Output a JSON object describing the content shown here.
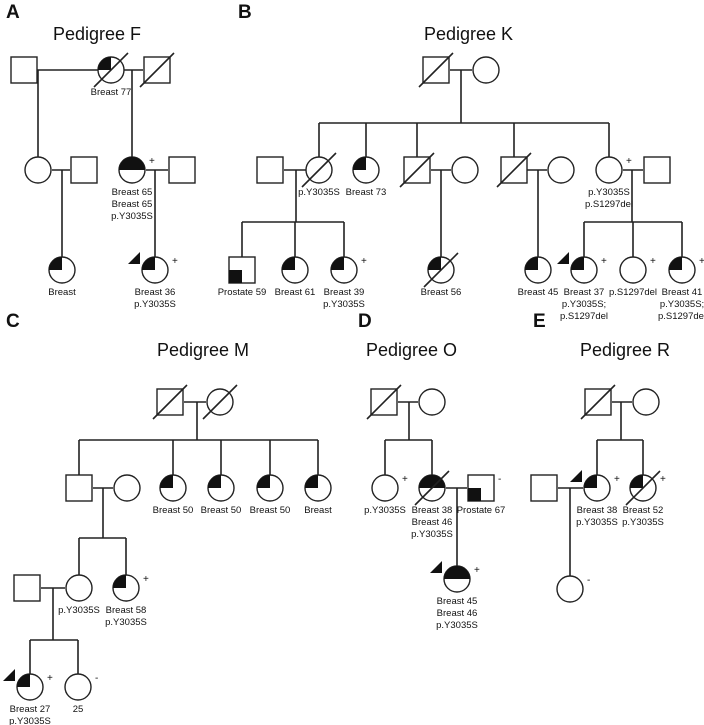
{
  "panels": [
    {
      "letter": "A",
      "title": "Pedigree F"
    },
    {
      "letter": "B",
      "title": "Pedigree K"
    },
    {
      "letter": "C",
      "title": "Pedigree M"
    },
    {
      "letter": "D",
      "title": "Pedigree O"
    },
    {
      "letter": "E",
      "title": "Pedigree R"
    }
  ],
  "individuals": [
    {
      "id": "F-I1",
      "sex": "male",
      "affected": "none",
      "deceased": false
    },
    {
      "id": "F-I2",
      "sex": "female",
      "affected": "quarter",
      "deceased": true,
      "labels": [
        "Breast 77"
      ]
    },
    {
      "id": "F-I3",
      "sex": "male",
      "affected": "none",
      "deceased": true
    },
    {
      "id": "F-II1",
      "sex": "female",
      "affected": "none",
      "deceased": false
    },
    {
      "id": "F-II2",
      "sex": "male",
      "affected": "none",
      "deceased": false
    },
    {
      "id": "F-II3",
      "sex": "female",
      "affected": "half",
      "deceased": false,
      "marker": "+",
      "labels": [
        "Breast 65",
        "Breast 65",
        "p.Y3035S"
      ]
    },
    {
      "id": "F-II4",
      "sex": "male",
      "affected": "none",
      "deceased": false
    },
    {
      "id": "F-III1",
      "sex": "female",
      "affected": "quarter",
      "deceased": false,
      "labels": [
        "Breast"
      ]
    },
    {
      "id": "F-III2",
      "sex": "female",
      "affected": "quarter",
      "deceased": false,
      "proband": true,
      "marker": "+",
      "labels": [
        "Breast 36",
        "p.Y3035S"
      ]
    },
    {
      "id": "K-I1",
      "sex": "male",
      "affected": "none",
      "deceased": true
    },
    {
      "id": "K-I2",
      "sex": "female",
      "affected": "none",
      "deceased": false
    },
    {
      "id": "K-II1",
      "sex": "male",
      "affected": "none",
      "deceased": false
    },
    {
      "id": "K-II2",
      "sex": "female",
      "affected": "none",
      "deceased": true,
      "labels": [
        "p.Y3035S"
      ]
    },
    {
      "id": "K-II3",
      "sex": "female",
      "affected": "quarter",
      "deceased": false,
      "labels": [
        "Breast 73"
      ]
    },
    {
      "id": "K-II4",
      "sex": "male",
      "affected": "none",
      "deceased": true
    },
    {
      "id": "K-II5",
      "sex": "female",
      "affected": "none",
      "deceased": false
    },
    {
      "id": "K-II6",
      "sex": "male",
      "affected": "none",
      "deceased": true
    },
    {
      "id": "K-II7",
      "sex": "female",
      "affected": "none",
      "deceased": false
    },
    {
      "id": "K-II8",
      "sex": "female",
      "affected": "none",
      "deceased": false,
      "marker": "+",
      "labels": [
        "p.Y3035S",
        "p.S1297del"
      ]
    },
    {
      "id": "K-II9",
      "sex": "male",
      "affected": "none",
      "deceased": false
    },
    {
      "id": "K-III1",
      "sex": "male",
      "affected": "quarter-bottom",
      "deceased": false,
      "labels": [
        "Prostate 59"
      ]
    },
    {
      "id": "K-III2",
      "sex": "female",
      "affected": "quarter",
      "deceased": false,
      "labels": [
        "Breast 61"
      ]
    },
    {
      "id": "K-III3",
      "sex": "female",
      "affected": "quarter",
      "deceased": false,
      "marker": "+",
      "labels": [
        "Breast 39",
        "p.Y3035S"
      ]
    },
    {
      "id": "K-III4",
      "sex": "female",
      "affected": "quarter",
      "deceased": true,
      "labels": [
        "Breast 56"
      ]
    },
    {
      "id": "K-III5",
      "sex": "female",
      "affected": "quarter",
      "deceased": false,
      "labels": [
        "Breast 45"
      ]
    },
    {
      "id": "K-III6",
      "sex": "female",
      "affected": "quarter",
      "deceased": false,
      "proband": true,
      "marker": "+",
      "labels": [
        "Breast 37",
        "p.Y3035S;",
        "p.S1297del"
      ]
    },
    {
      "id": "K-III7",
      "sex": "female",
      "affected": "none",
      "deceased": false,
      "marker": "+",
      "labels": [
        "p.S1297del"
      ]
    },
    {
      "id": "K-III8",
      "sex": "female",
      "affected": "quarter",
      "deceased": false,
      "marker": "+",
      "labels": [
        "Breast 41",
        "p.Y3035S;",
        "p.S1297del"
      ]
    },
    {
      "id": "M-I1",
      "sex": "male",
      "affected": "none",
      "deceased": true
    },
    {
      "id": "M-I2",
      "sex": "female",
      "affected": "none",
      "deceased": true
    },
    {
      "id": "M-II1",
      "sex": "male",
      "affected": "none",
      "deceased": false
    },
    {
      "id": "M-II2",
      "sex": "female",
      "affected": "none",
      "deceased": false
    },
    {
      "id": "M-II3",
      "sex": "female",
      "affected": "quarter",
      "deceased": false,
      "labels": [
        "Breast 50"
      ]
    },
    {
      "id": "M-II4",
      "sex": "female",
      "affected": "quarter",
      "deceased": false,
      "labels": [
        "Breast 50"
      ]
    },
    {
      "id": "M-II5",
      "sex": "female",
      "affected": "quarter",
      "deceased": false,
      "labels": [
        "Breast 50"
      ]
    },
    {
      "id": "M-II6",
      "sex": "female",
      "affected": "quarter",
      "deceased": false,
      "labels": [
        "Breast"
      ]
    },
    {
      "id": "M-III1",
      "sex": "male",
      "affected": "none",
      "deceased": false
    },
    {
      "id": "M-III2",
      "sex": "female",
      "affected": "none",
      "deceased": false,
      "labels": [
        "p.Y3035S"
      ]
    },
    {
      "id": "M-III3",
      "sex": "female",
      "affected": "quarter",
      "deceased": false,
      "marker": "+",
      "labels": [
        "Breast 58",
        "p.Y3035S"
      ]
    },
    {
      "id": "M-IV1",
      "sex": "female",
      "affected": "quarter",
      "deceased": false,
      "proband": true,
      "marker": "+",
      "labels": [
        "Breast 27",
        "p.Y3035S"
      ]
    },
    {
      "id": "M-IV2",
      "sex": "female",
      "affected": "none",
      "deceased": false,
      "marker": "-",
      "labels": [
        "25"
      ]
    },
    {
      "id": "O-I1",
      "sex": "male",
      "affected": "none",
      "deceased": true
    },
    {
      "id": "O-I2",
      "sex": "female",
      "affected": "none",
      "deceased": false
    },
    {
      "id": "O-II1",
      "sex": "female",
      "affected": "none",
      "deceased": false,
      "marker": "+",
      "labels": [
        "p.Y3035S"
      ]
    },
    {
      "id": "O-II2",
      "sex": "female",
      "affected": "half",
      "deceased": true,
      "labels": [
        "Breast 38",
        "Breast 46",
        "p.Y3035S"
      ]
    },
    {
      "id": "O-II3",
      "sex": "male",
      "affected": "quarter-bottom",
      "deceased": false,
      "marker": "-",
      "labels": [
        "Prostate 67"
      ]
    },
    {
      "id": "O-III1",
      "sex": "female",
      "affected": "half",
      "deceased": false,
      "proband": true,
      "marker": "+",
      "labels": [
        "Breast 45",
        "Breast 46",
        "p.Y3035S"
      ]
    },
    {
      "id": "R-I1",
      "sex": "male",
      "affected": "none",
      "deceased": true
    },
    {
      "id": "R-I2",
      "sex": "female",
      "affected": "none",
      "deceased": false
    },
    {
      "id": "R-II1",
      "sex": "male",
      "affected": "none",
      "deceased": false
    },
    {
      "id": "R-II2",
      "sex": "female",
      "affected": "quarter",
      "deceased": false,
      "proband": true,
      "marker": "+",
      "labels": [
        "Breast 38",
        "p.Y3035S"
      ]
    },
    {
      "id": "R-II3",
      "sex": "female",
      "affected": "quarter",
      "deceased": true,
      "marker": "+",
      "labels": [
        "Breast 52",
        "p.Y3035S"
      ]
    },
    {
      "id": "R-III1",
      "sex": "female",
      "affected": "none",
      "deceased": false,
      "marker": "-"
    }
  ]
}
